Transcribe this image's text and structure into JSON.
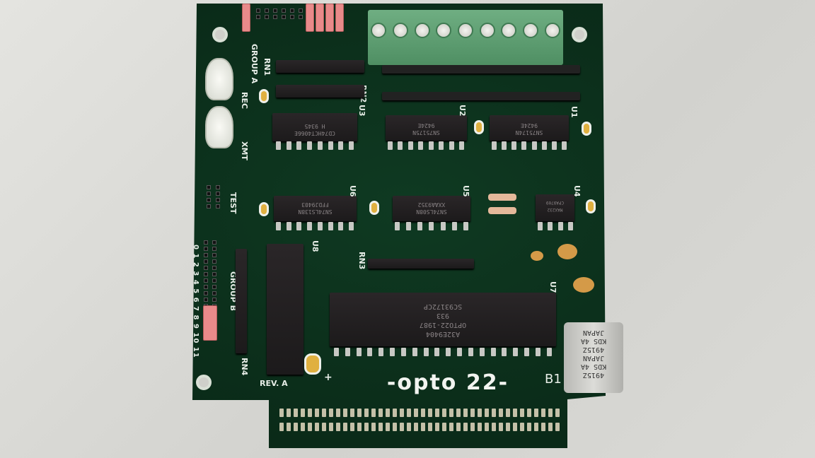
{
  "board": {
    "logo": "-opto 22-",
    "revision": "REV. A",
    "board_id": "B1",
    "labels": {
      "group_a": "GROUP A",
      "group_b": "GROUP B",
      "rec": "REC",
      "xmt": "XMT",
      "test": "TEST",
      "rn1": "RN1",
      "rn2": "RN2",
      "rn3": "RN3",
      "rn4": "RN4",
      "u1": "U1",
      "u2": "U2",
      "u3": "U3",
      "u4": "U4",
      "u5": "U5",
      "u6": "U6",
      "u7": "U7",
      "u8": "U8",
      "plus": "+",
      "group_b_numbers": "0 1 2 3 4 5 6 7 8 9 10 11"
    },
    "chips": {
      "u3": [
        "CD74HCT4066E",
        "H 9345"
      ],
      "u2": [
        "SN75175N",
        "9424E"
      ],
      "u1": [
        "SN75174N",
        "9424E"
      ],
      "u6": [
        "SN74LS138N",
        "FFDJ9403"
      ],
      "u5": [
        "SN74LS08N",
        "XXAA9352"
      ],
      "u4": [
        "MAX232",
        "CPA9709"
      ],
      "u7": [
        "A32E9404",
        "OPTO22-1987",
        "933",
        "SC93172CP"
      ]
    },
    "capacitor": [
      "JAPAN",
      "KDS 4A",
      "4915Z",
      "JAPAN",
      "KDS 4A",
      "4915Z"
    ]
  }
}
